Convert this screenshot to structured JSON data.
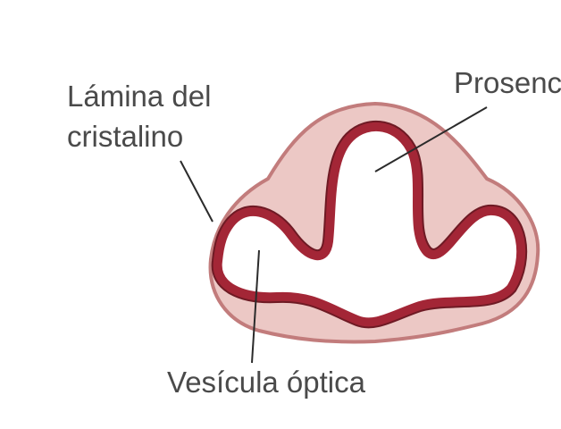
{
  "labels": {
    "lens_plate_line1": "Lámina del",
    "lens_plate_line2": "cristalino",
    "prosencephalon": "Prosencéfalo",
    "optic_vesicle": "Vesícula óptica"
  },
  "colors": {
    "ectoderm_fill": "#ecc8c5",
    "ectoderm_outline": "#c27c7c",
    "neuroepithelium": "#a32636",
    "neuroepithelium_edge": "#6e1a24",
    "lumen": "#ffffff",
    "text": "#4a4a4a",
    "leader": "#2b2b2b"
  }
}
